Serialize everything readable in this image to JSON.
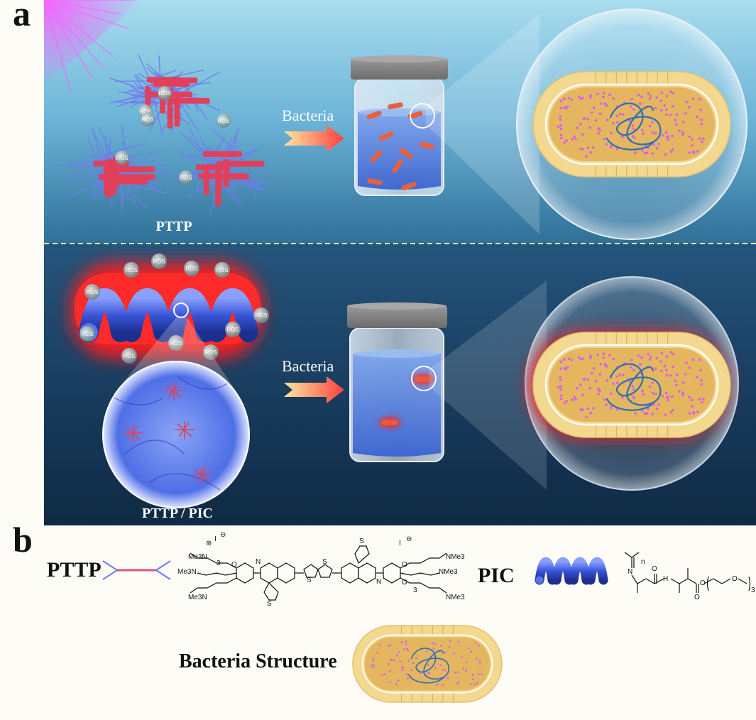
{
  "panels": {
    "a": {
      "letter": "a"
    },
    "b": {
      "letter": "b"
    }
  },
  "top_scene": {
    "caption": "PTTP",
    "arrow_label": "Bacteria",
    "ros_label": "ROS"
  },
  "bottom_scene": {
    "caption": "PTTP / PIC",
    "arrow_label": "Bacteria",
    "ros_label": "ROS"
  },
  "legend": {
    "pttp_label": "PTTP",
    "pic_label": "PIC",
    "structure_label": "Bacteria Structure",
    "pttp_chem": {
      "me3n_top": "Me3N",
      "me3n_mid": "Me3N",
      "me3n_bot": "Me3N",
      "nme3_top": "NMe3",
      "nme3_mid": "NMe3",
      "nme3_bot": "NMe3",
      "sub3": "3",
      "n": "N",
      "s": "S",
      "o": "O",
      "i": "I",
      "plus": "⊕",
      "minus": "⊖"
    },
    "pic_chem": {
      "n": "N",
      "o": "O",
      "h": "H",
      "sub_n": "n",
      "sub3": "3"
    }
  },
  "colors": {
    "top_bg": "#6fb8d8",
    "bottom_bg": "#17395a",
    "pttp_red": "#e0405a",
    "pttp_blue": "#6f7df0",
    "pic_blue": "#3a55d8",
    "bacteria_shell": "#f1d38a",
    "bacteria_inner": "#e6b860",
    "dna_blue": "#3070b8",
    "glow_red": "#ff1a1a"
  }
}
